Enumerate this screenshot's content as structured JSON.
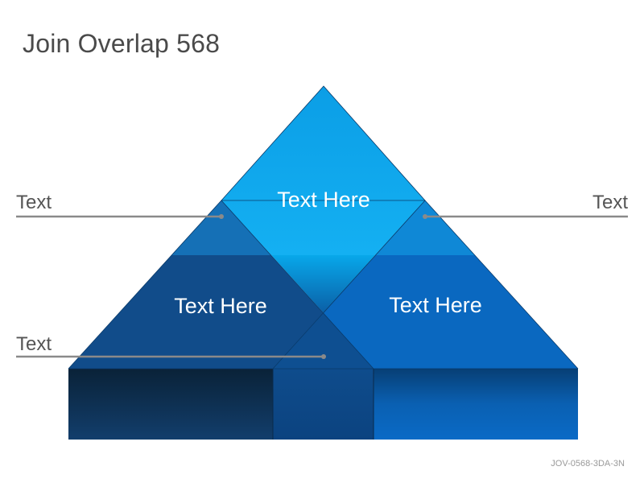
{
  "title": "Join Overlap 568",
  "labels": {
    "left_top": "Text",
    "right_top": "Text",
    "left_bottom": "Text"
  },
  "triangles": {
    "top": "Text Here",
    "left": "Text Here",
    "right": "Text Here"
  },
  "footer_code": "JOV-0568-3DA-3N",
  "colors": {
    "top_triangle": "#0ea6ea",
    "left_triangle": "#114c8a",
    "right_triangle": "#0a68c0",
    "connector_line": "#8a8a8a"
  }
}
